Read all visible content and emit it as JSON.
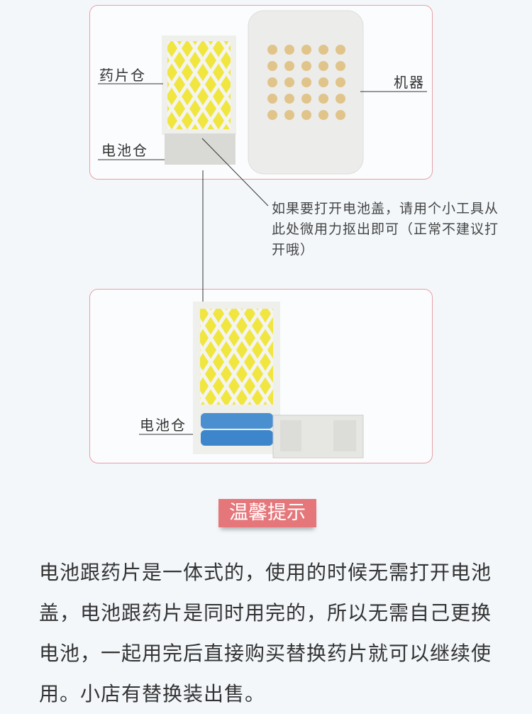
{
  "labels": {
    "cartridge": "药片仓",
    "battery_top": "电池仓",
    "machine": "机器",
    "battery_bottom": "电池仓"
  },
  "note": "如果要打开电池盖，请用个小工具从此处微用力抠出即可（正常不建议打开哦）",
  "badge": "温馨提示",
  "body": "电池跟药片是一体式的，使用的时候无需打开电池盖，电池跟药片是同时用完的，所以无需自己更换电池，一起用完后直接购买替换药片就可以继续使用。小店有替换装出售。",
  "colors": {
    "border": "#e8a0a6",
    "badge": "#e5777b",
    "yellow": "#f2e84a"
  }
}
